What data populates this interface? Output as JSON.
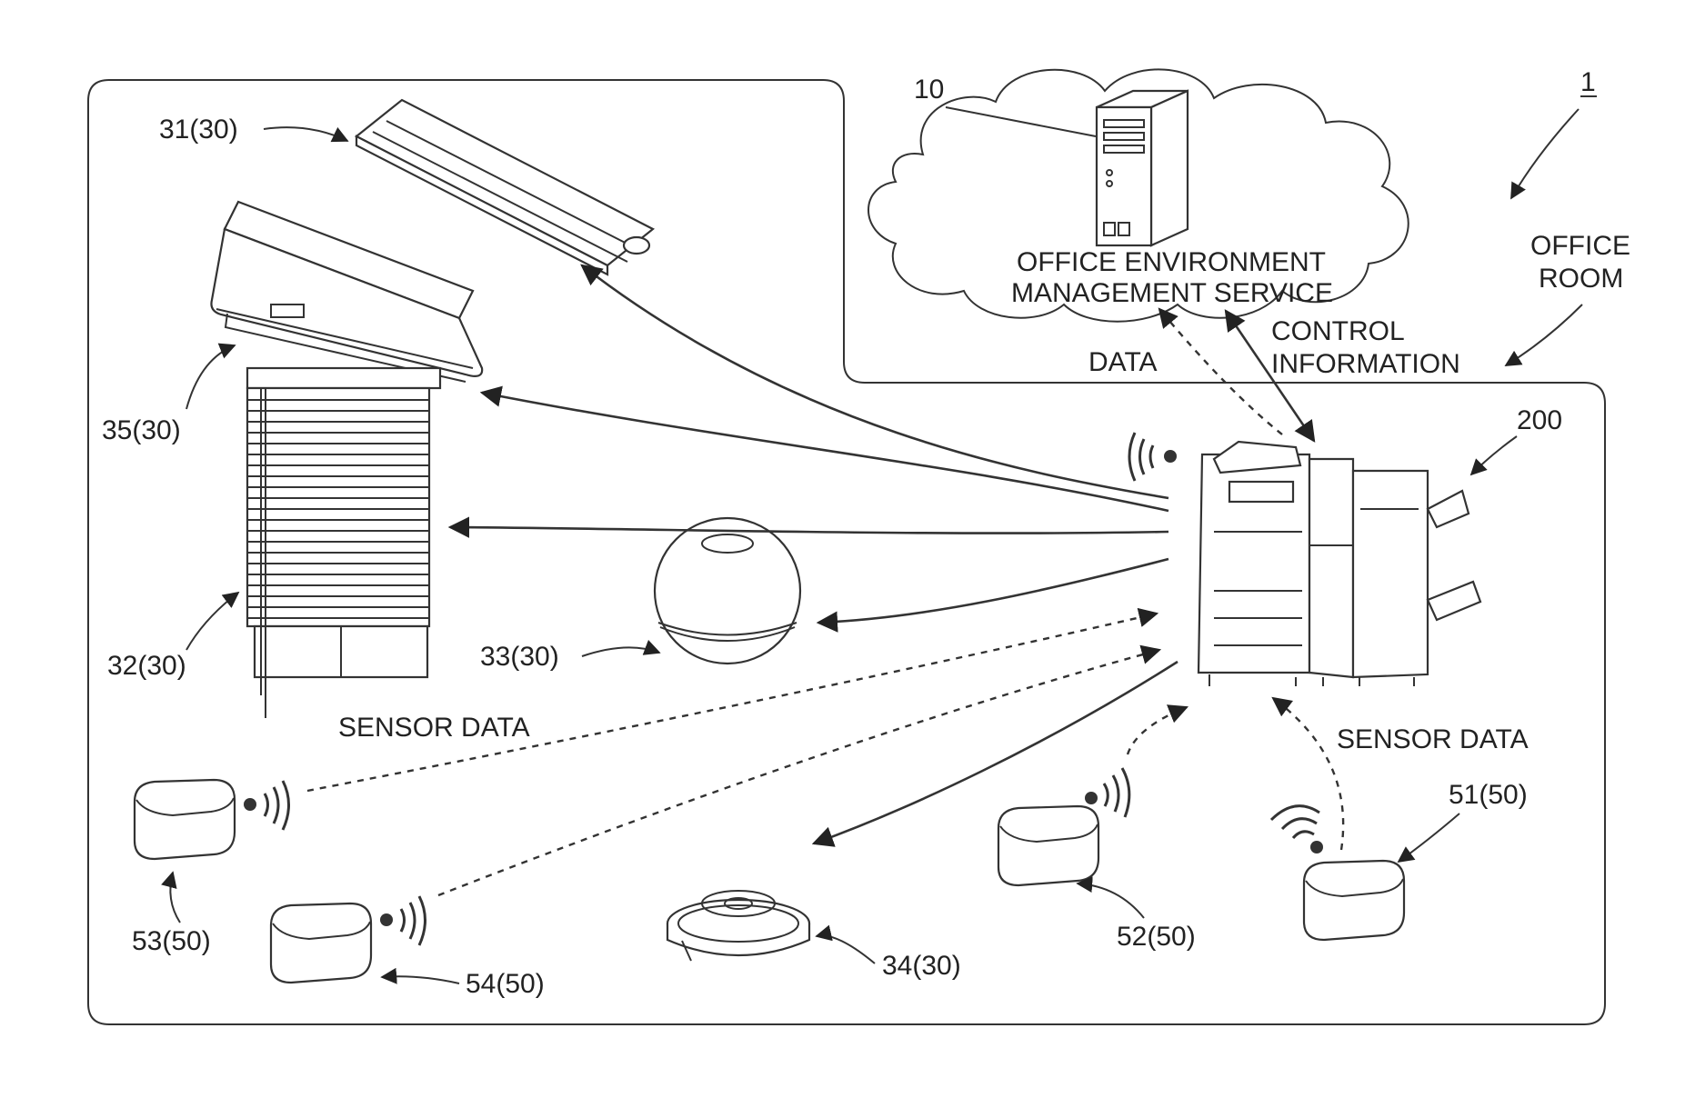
{
  "system": {
    "ref": "1"
  },
  "server": {
    "ref": "10",
    "title_line1": "OFFICE ENVIRONMENT",
    "title_line2": "MANAGEMENT SERVICE"
  },
  "room": {
    "label_line1": "OFFICE",
    "label_line2": "ROOM"
  },
  "mfp": {
    "ref": "200"
  },
  "flows": {
    "data": "DATA",
    "control_line1": "CONTROL",
    "control_line2": "INFORMATION",
    "sensor_data_left": "SENSOR DATA",
    "sensor_data_right": "SENSOR DATA"
  },
  "devices": {
    "light": "31(30)",
    "blind": "32(30)",
    "speaker": "33(30)",
    "robot_cleaner": "34(30)",
    "air_conditioner": "35(30)"
  },
  "sensors": {
    "s51": "51(50)",
    "s52": "52(50)",
    "s53": "53(50)",
    "s54": "54(50)"
  }
}
